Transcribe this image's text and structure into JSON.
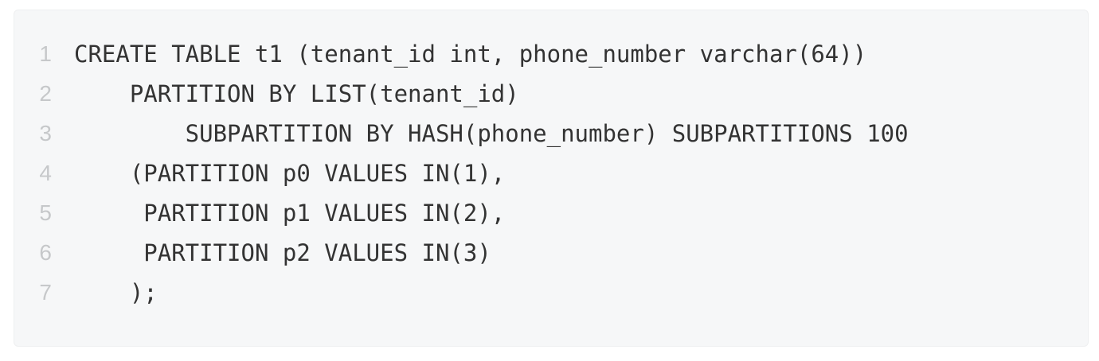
{
  "code": {
    "language": "sql",
    "lines": [
      {
        "number": "1",
        "text": "CREATE TABLE t1 (tenant_id int, phone_number varchar(64))"
      },
      {
        "number": "2",
        "text": "    PARTITION BY LIST(tenant_id)"
      },
      {
        "number": "3",
        "text": "        SUBPARTITION BY HASH(phone_number) SUBPARTITIONS 100"
      },
      {
        "number": "4",
        "text": "    (PARTITION p0 VALUES IN(1),"
      },
      {
        "number": "5",
        "text": "     PARTITION p1 VALUES IN(2),"
      },
      {
        "number": "6",
        "text": "     PARTITION p2 VALUES IN(3)"
      },
      {
        "number": "7",
        "text": "    );"
      }
    ]
  },
  "colors": {
    "page_background": "#ffffff",
    "block_background": "#f6f7f8",
    "block_border": "#eeeff0",
    "code_text": "#333333",
    "line_number": "#c6c8ca"
  }
}
